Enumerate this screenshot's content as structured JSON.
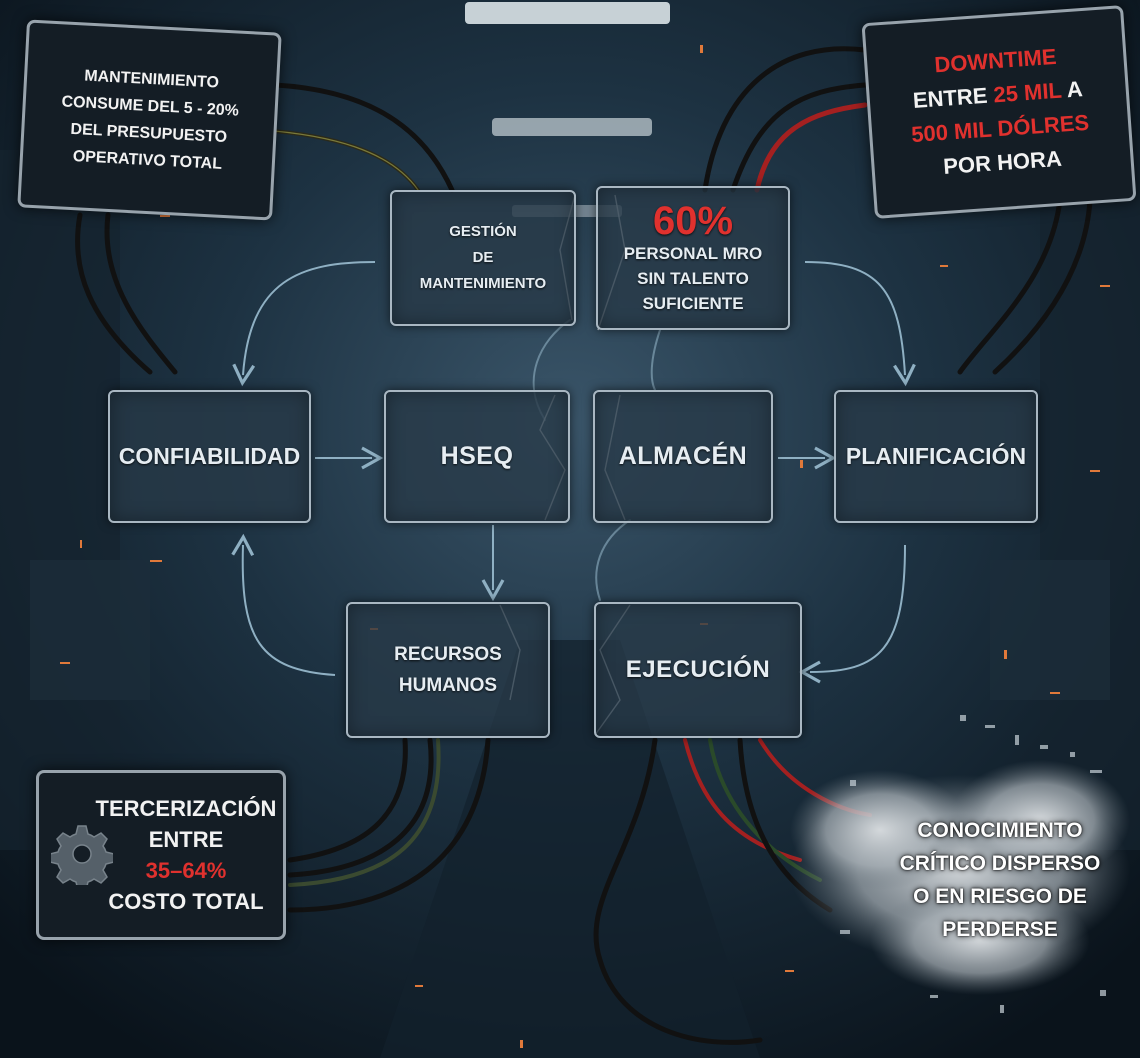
{
  "nodes": {
    "gestion": {
      "line1": "Gestión",
      "line2": "de",
      "line3": "Mantenimiento"
    },
    "personal": {
      "stat": "60%",
      "line1": "Personal MRO",
      "line2": "sin talento",
      "line3": "suficiente"
    },
    "confiabilidad": "Confiabilidad",
    "hseq": "HSEQ",
    "almacen": "Almacén",
    "planificacion": "Planificación",
    "recursos": {
      "line1": "Recursos",
      "line2": "Humanos"
    },
    "ejecucion": "Ejecución"
  },
  "callouts": {
    "mantenimiento": {
      "line1": "Mantenimiento",
      "line2": "consume del 5 - 20%",
      "line3": "del presupuesto",
      "line4": "operativo total"
    },
    "downtime": {
      "title": "Downtime",
      "line1_a": "entre",
      "line1_b": "25 mil",
      "line1_c": "a",
      "line2": "500 mil dólres",
      "line3": "por hora"
    },
    "tercerizacion": {
      "line1": "Tercerización",
      "line2": "entre",
      "line3": "35–64%",
      "line4": "costo total"
    },
    "conocimiento": {
      "line1": "Conocimiento",
      "line2": "crítico disperso",
      "line3": "o en riesgo de",
      "line4": "perderse"
    }
  },
  "colors": {
    "accent_red": "#e0312e",
    "node_border": "#a9b7c2",
    "background": "#0f1c27"
  }
}
